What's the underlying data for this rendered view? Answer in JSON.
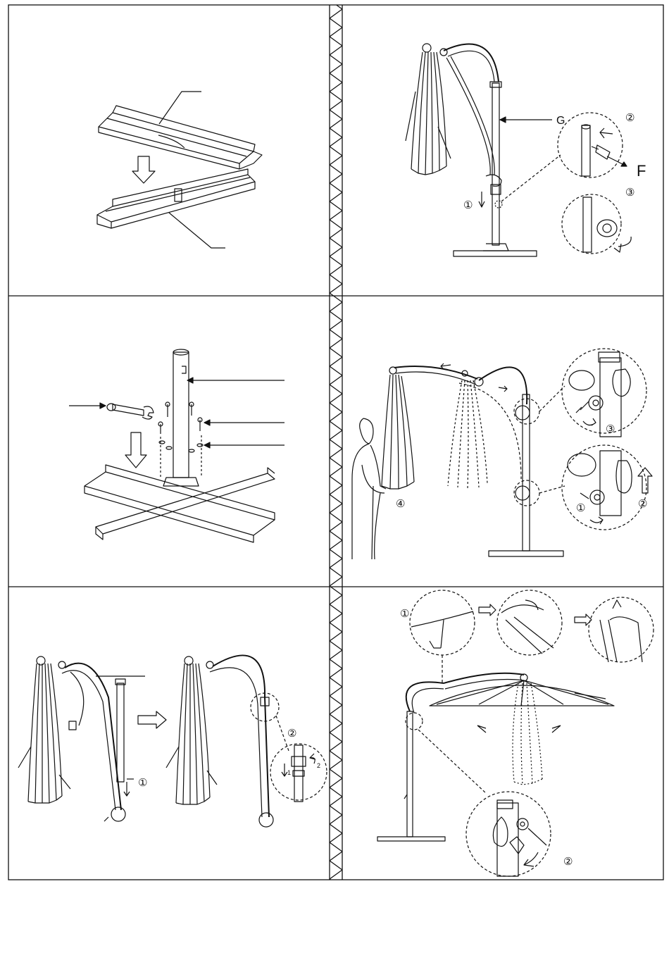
{
  "page": {
    "panels": [
      {
        "position": "top-left",
        "step": "base rails stacking",
        "labels": []
      },
      {
        "position": "top-right",
        "step": "pole fixing",
        "labels": [
          "G",
          "②",
          "F",
          "③",
          "①"
        ]
      },
      {
        "position": "middle-left",
        "step": "base bolting",
        "labels": []
      },
      {
        "position": "middle-right",
        "step": "canopy raising",
        "labels": [
          "③",
          "①",
          "②",
          "④"
        ]
      },
      {
        "position": "bottom-left",
        "step": "pole joining",
        "labels": [
          "①",
          "②",
          "1",
          "2"
        ]
      },
      {
        "position": "bottom-right",
        "step": "canopy opening",
        "labels": [
          "①",
          "②"
        ]
      }
    ],
    "colors": {
      "line": "#111111",
      "paper": "#ffffff"
    }
  }
}
